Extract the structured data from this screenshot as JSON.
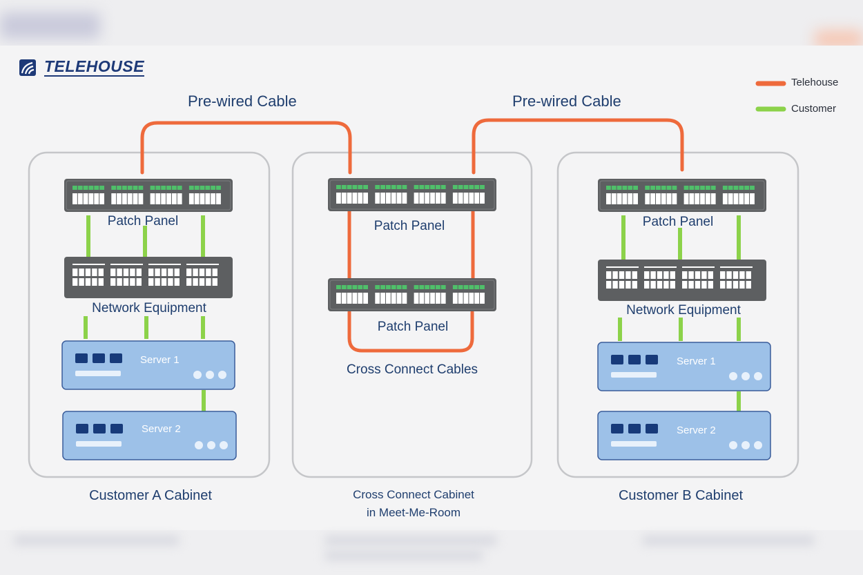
{
  "brand": {
    "name": "TELEHOUSE"
  },
  "legend": [
    {
      "label": "Telehouse",
      "color": "#ee6a3c"
    },
    {
      "label": "Customer",
      "color": "#8cd24a"
    }
  ],
  "cables": {
    "left_label": "Pre-wired Cable",
    "right_label": "Pre-wired Cable"
  },
  "customer_a": {
    "title": "Customer A Cabinet",
    "patch_panel": "Patch Panel",
    "network": "Network Equipment",
    "server1": "Server 1",
    "server2": "Server 2"
  },
  "cross_connect": {
    "title_line1": "Cross Connect Cabinet",
    "title_line2": "in Meet-Me-Room",
    "patch_panel_top": "Patch Panel",
    "patch_panel_bottom": "Patch Panel",
    "cables_label": "Cross Connect Cables"
  },
  "customer_b": {
    "title": "Customer B Cabinet",
    "patch_panel": "Patch Panel",
    "network": "Network Equipment",
    "server1": "Server 1",
    "server2": "Server 2"
  },
  "colors": {
    "telehouse_cable": "#ee6a3c",
    "customer_cable": "#8cd24a",
    "panel_body": "#5d5f61",
    "server_fill": "#9dc1e8",
    "text_navy": "#1f3e6e"
  }
}
